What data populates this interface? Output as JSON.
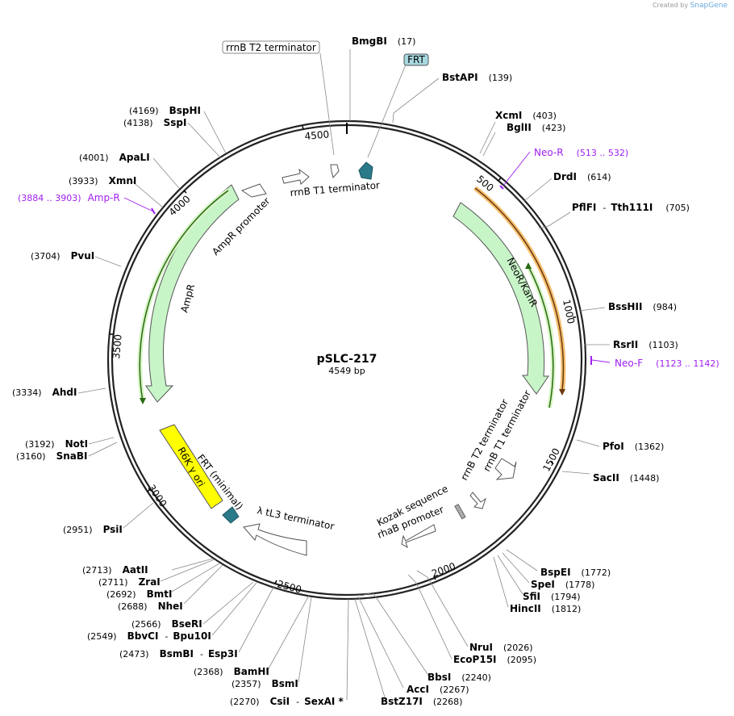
{
  "brand": {
    "prefix": "Created by",
    "name": "SnapGene"
  },
  "plasmid": {
    "name": "pSLC-217",
    "length": "4549 bp"
  },
  "ticks": [
    "500",
    "1000",
    "1500",
    "2000",
    "2500",
    "3000",
    "3500",
    "4000",
    "4500"
  ],
  "sites": [
    {
      "name": "BmgBI",
      "pos": "(17)"
    },
    {
      "name": "BstAPI",
      "pos": "(139)"
    },
    {
      "name": "XcmI",
      "pos": "(403)"
    },
    {
      "name": "BglII",
      "pos": "(423)"
    },
    {
      "name": "DrdI",
      "pos": "(614)"
    },
    {
      "name": "PflFI",
      "sep": "-",
      "name2": "Tth111I",
      "pos": "(705)"
    },
    {
      "name": "BssHII",
      "pos": "(984)"
    },
    {
      "name": "RsrII",
      "pos": "(1103)"
    },
    {
      "name": "PfoI",
      "pos": "(1362)"
    },
    {
      "name": "SacII",
      "pos": "(1448)"
    },
    {
      "name": "BspEI",
      "pos": "(1772)"
    },
    {
      "name": "SpeI",
      "pos": "(1778)"
    },
    {
      "name": "SfiI",
      "pos": "(1794)"
    },
    {
      "name": "HincII",
      "pos": "(1812)"
    },
    {
      "name": "NruI",
      "pos": "(2026)"
    },
    {
      "name": "EcoP15I",
      "pos": "(2095)"
    },
    {
      "name": "BbsI",
      "pos": "(2240)"
    },
    {
      "name": "AccI",
      "pos": "(2267)"
    },
    {
      "name": "BstZ17I",
      "pos": "(2268)"
    },
    {
      "name": "CsiI",
      "sep": "-",
      "name2": "SexAI *",
      "pos": "(2270)"
    },
    {
      "name": "BsmI",
      "pos": "(2357)"
    },
    {
      "name": "BamHI",
      "pos": "(2368)"
    },
    {
      "name": "BsmBI",
      "sep": "-",
      "name2": "Esp3I",
      "pos": "(2473)"
    },
    {
      "name": "BbvCI",
      "sep": "-",
      "name2": "Bpu10I",
      "pos": "(2549)"
    },
    {
      "name": "BseRI",
      "pos": "(2566)"
    },
    {
      "name": "NheI",
      "pos": "(2688)"
    },
    {
      "name": "BmtI",
      "pos": "(2692)"
    },
    {
      "name": "ZraI",
      "pos": "(2711)"
    },
    {
      "name": "AatII",
      "pos": "(2713)"
    },
    {
      "name": "PsiI",
      "pos": "(2951)"
    },
    {
      "name": "SnaBI",
      "pos": "(3160)"
    },
    {
      "name": "NotI",
      "pos": "(3192)"
    },
    {
      "name": "AhdI",
      "pos": "(3334)"
    },
    {
      "name": "PvuI",
      "pos": "(3704)"
    },
    {
      "name": "XmnI",
      "pos": "(3933)"
    },
    {
      "name": "ApaLI",
      "pos": "(4001)"
    },
    {
      "name": "SspI",
      "pos": "(4138)"
    },
    {
      "name": "BspHI",
      "pos": "(4169)"
    }
  ],
  "primers": [
    {
      "name": "Neo-R",
      "range": "(513 .. 532)"
    },
    {
      "name": "Neo-F",
      "range": "(1123 .. 1142)"
    },
    {
      "name": "Amp-R",
      "range": "(3884 .. 3903)"
    }
  ],
  "boxed_labels": [
    "rrnB T2 terminator",
    "FRT"
  ],
  "features": [
    {
      "name": "rrnB T1 terminator"
    },
    {
      "name": "AmpR promoter"
    },
    {
      "name": "AmpR"
    },
    {
      "name": "NeoR/KanR"
    },
    {
      "name": "rrnB T2 terminator"
    },
    {
      "name": "rrnB T1 terminator"
    },
    {
      "name": "Kozak sequence"
    },
    {
      "name": "rhaB promoter"
    },
    {
      "name": "λ tL3 terminator"
    },
    {
      "name": "FRT (minimal)"
    },
    {
      "name": "R6K γ ori"
    }
  ],
  "colors": {
    "backbone": "#222222",
    "marker_fill": "#c8f5c8",
    "marker_stroke": "#555555",
    "ori": "#ffff00",
    "frt": "#2a7a8a",
    "primer": "#a020f0",
    "orange": "#f5c070",
    "dark_green": "#2a6a10"
  }
}
